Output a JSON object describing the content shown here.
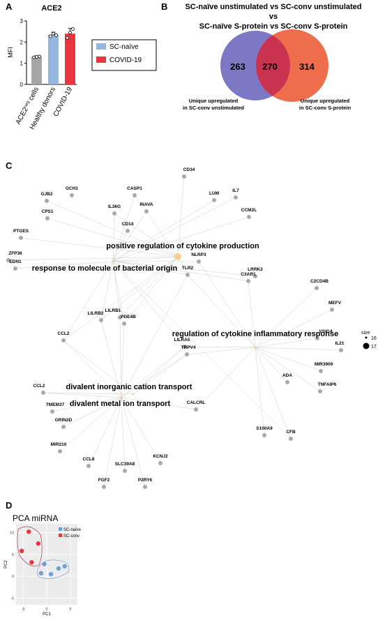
{
  "panels": {
    "a": "A",
    "b": "B",
    "c": "C",
    "d": "D"
  },
  "panelA": {
    "chart_data": {
      "type": "bar",
      "title": "ACE2",
      "ylabel": "MFI",
      "categories": [
        "ACE2neg cells",
        "Healthy donors",
        "COVID-19"
      ],
      "category_main": [
        "ACE2",
        "Healthy donors",
        "COVID-19"
      ],
      "category_sup": [
        "neg",
        "",
        ""
      ],
      "category_suffix": [
        " cells",
        "",
        ""
      ],
      "values": [
        1.3,
        2.35,
        2.4
      ],
      "errors": [
        0.05,
        0.12,
        0.25
      ],
      "points": [
        [
          1.28,
          1.3,
          1.32
        ],
        [
          2.28,
          2.4,
          2.33
        ],
        [
          2.2,
          2.45,
          2.62
        ]
      ],
      "yticks": [
        0,
        1,
        2,
        3
      ],
      "ylim": [
        0,
        3
      ],
      "colors": [
        "#a6a6a6",
        "#94b6df",
        "#e8363c"
      ]
    },
    "legend": [
      {
        "label": "SC-naïve",
        "color": "#94b6df"
      },
      {
        "label": "COVID-19",
        "color": "#e8363c"
      }
    ]
  },
  "panelB": {
    "title_line1": "SC-naïve unstimulated vs SC-conv unstimulated",
    "title_line2": "vs",
    "title_line3": "SC-naïve S-protein vs SC-conv S-protein",
    "left_count": "263",
    "overlap_count": "270",
    "right_count": "314",
    "left_color": "#7d78c4",
    "right_color": "#ee6d4c",
    "overlap_color": "#c9334f",
    "left_label_line1": "Unique upregulated",
    "left_label_line2": "in SC-conv unstimulated",
    "right_label_line1": "Unique upregulated",
    "right_label_line2": "in SC-conv S-protein"
  },
  "panelC": {
    "terms": [
      {
        "id": "pos",
        "label": "positive regulation of cytokine production"
      },
      {
        "id": "bac",
        "label": "response to molecule of bacterial origin"
      },
      {
        "id": "infl",
        "label": "regulation of cytokine inflammatory response"
      },
      {
        "id": "cation",
        "label": "divalent inorganic cation transport"
      },
      {
        "id": "metal",
        "label": "divalent metal ion transport"
      }
    ],
    "genes": [
      "GCH1",
      "CD34",
      "LUM",
      "IL7",
      "GJB2",
      "CASP1",
      "CPS1",
      "IL36G",
      "INAVA",
      "CCM2L",
      "PTGES",
      "CD14",
      "ZFP36",
      "EDN1",
      "LRRK2",
      "NLRP3",
      "C3AR1",
      "TLR2",
      "C2CD4B",
      "MEFV",
      "LILRB1",
      "LILRB2",
      "PDE4B",
      "CCL2",
      "VSIG4",
      "LILRA5",
      "IL21",
      "TRPV4",
      "MIR3909",
      "ADA",
      "TNFAIP6",
      "CCL2",
      "CALCRL",
      "TMEM37",
      "GRIN2D",
      "S100A9",
      "CFB",
      "MIR210",
      "KCNJ2",
      "CCL8",
      "SLC39A8",
      "FGF2",
      "P2RY6"
    ],
    "size_legend_title": "size",
    "size_values": [
      "16",
      "17"
    ]
  },
  "panelD": {
    "title": "PCA miRNA",
    "chart_data": {
      "type": "scatter",
      "xlabel": "PC1",
      "ylabel": "PC2",
      "xlim": [
        -6.5,
        6.5
      ],
      "ylim": [
        -6.5,
        12
      ],
      "xticks": [
        -5,
        0,
        5
      ],
      "yticks": [
        -5,
        0,
        5,
        10
      ],
      "series": [
        {
          "name": "SC-naïve",
          "color": "#6fa1d2",
          "x": [
            -0.5,
            0.9,
            2.5,
            3.8,
            -1.2
          ],
          "y": [
            2.8,
            0.5,
            1.8,
            2.3,
            0.7
          ]
        },
        {
          "name": "SC-conv",
          "color": "#e3373f",
          "x": [
            -3.8,
            -1.8,
            -5.3,
            -3.2
          ],
          "y": [
            10.2,
            7.5,
            5.8,
            3.2
          ]
        }
      ]
    }
  }
}
